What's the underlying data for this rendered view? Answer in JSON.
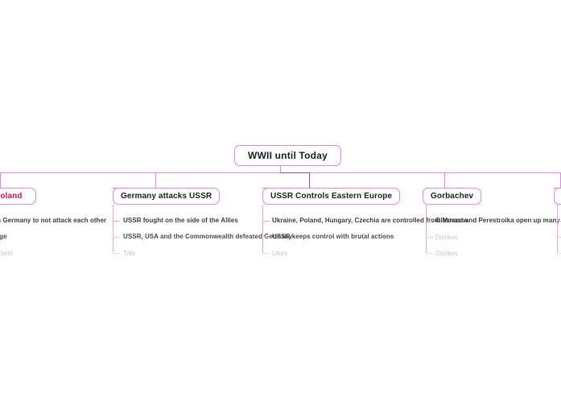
{
  "app": {
    "type": "mind-map",
    "background": "#ffffff",
    "accent": "#dd8ae0",
    "accent_dark": "#9b4fa0",
    "text_color": "#1d1d1f",
    "crimson": "#c2185b",
    "ghost_color": "#c8c8cc"
  },
  "root": {
    "label": "WWII until Today"
  },
  "branches": [
    {
      "label": "ks Poland",
      "clipped": "left",
      "accent": "#c2185b",
      "children": [
        {
          "label": "pact with Germany to not attack each other",
          "ghost": false
        },
        {
          "label": "rge",
          "ghost": false
        },
        {
          "label": "' birth",
          "ghost": true
        }
      ]
    },
    {
      "label": "Germany attacks USSR",
      "clipped": "none",
      "accent": "#dd8ae0",
      "children": [
        {
          "label": "USSR fought on the side of the Allies",
          "ghost": false
        },
        {
          "label": "USSR, USA and the Commonwealth defeated Germany",
          "ghost": false
        },
        {
          "label": "Title",
          "ghost": true
        }
      ]
    },
    {
      "label": "USSR Controls Eastern Europe",
      "clipped": "none",
      "accent": "#dd8ae0",
      "children": [
        {
          "label": "Ukraine, Poland, Hungary, Czechia are controlled from Moscow",
          "ghost": false
        },
        {
          "label": "USSR keeps control with brutal actions",
          "ghost": false
        },
        {
          "label": "Likes",
          "ghost": true
        }
      ]
    },
    {
      "label": "Gorbachev",
      "clipped": "none",
      "accent": "#dd8ae0",
      "children": [
        {
          "label": "Glasnost and Perestroika open up many freedoms",
          "ghost": false
        },
        {
          "label": "Dislikes",
          "ghost": true
        },
        {
          "label": "Dislikes",
          "ghost": true
        }
      ]
    },
    {
      "label": "",
      "clipped": "right",
      "accent": "#dd8ae0",
      "children": [
        {
          "label": "",
          "ghost": false
        },
        {
          "label": "",
          "ghost": false
        },
        {
          "label": "",
          "ghost": true
        }
      ]
    }
  ]
}
